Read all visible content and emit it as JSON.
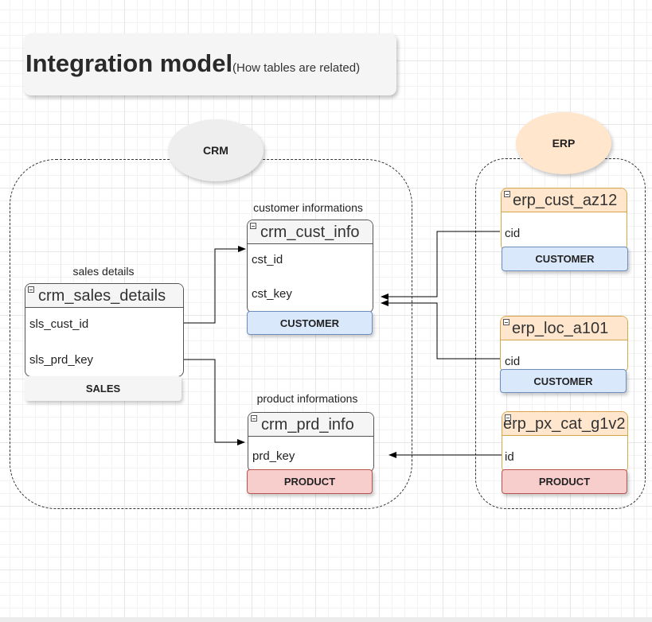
{
  "title": {
    "main": "Integration model",
    "sub": "(How tables are related)"
  },
  "groups": {
    "crm": "CRM",
    "erp": "ERP"
  },
  "captions": {
    "sales": "sales details",
    "customer": "customer informations",
    "product": "product informations"
  },
  "tables": {
    "crm_sales_details": {
      "name": "crm_sales_details",
      "fields": [
        "sls_cust_id",
        "sls_prd_key"
      ],
      "tag": "SALES"
    },
    "crm_cust_info": {
      "name": "crm_cust_info",
      "fields": [
        "cst_id",
        "cst_key"
      ],
      "tag": "CUSTOMER"
    },
    "crm_prd_info": {
      "name": "crm_prd_info",
      "fields": [
        "prd_key"
      ],
      "tag": "PRODUCT"
    },
    "erp_cust_az12": {
      "name": "erp_cust_az12",
      "fields": [
        "cid"
      ],
      "tag": "CUSTOMER"
    },
    "erp_loc_a101": {
      "name": "erp_loc_a101",
      "fields": [
        "cid"
      ],
      "tag": "CUSTOMER"
    },
    "erp_px_cat_g1v2": {
      "name": "erp_px_cat_g1v2",
      "fields": [
        "id"
      ],
      "tag": "PRODUCT"
    }
  },
  "colors": {
    "customer_tag": "#dae8fc",
    "product_tag": "#f8cecc",
    "sales_tag": "#f5f5f5",
    "erp_header": "#ffe6cc",
    "erp_ellipse": "#ffe6cc",
    "crm_ellipse": "#eeeeee"
  }
}
